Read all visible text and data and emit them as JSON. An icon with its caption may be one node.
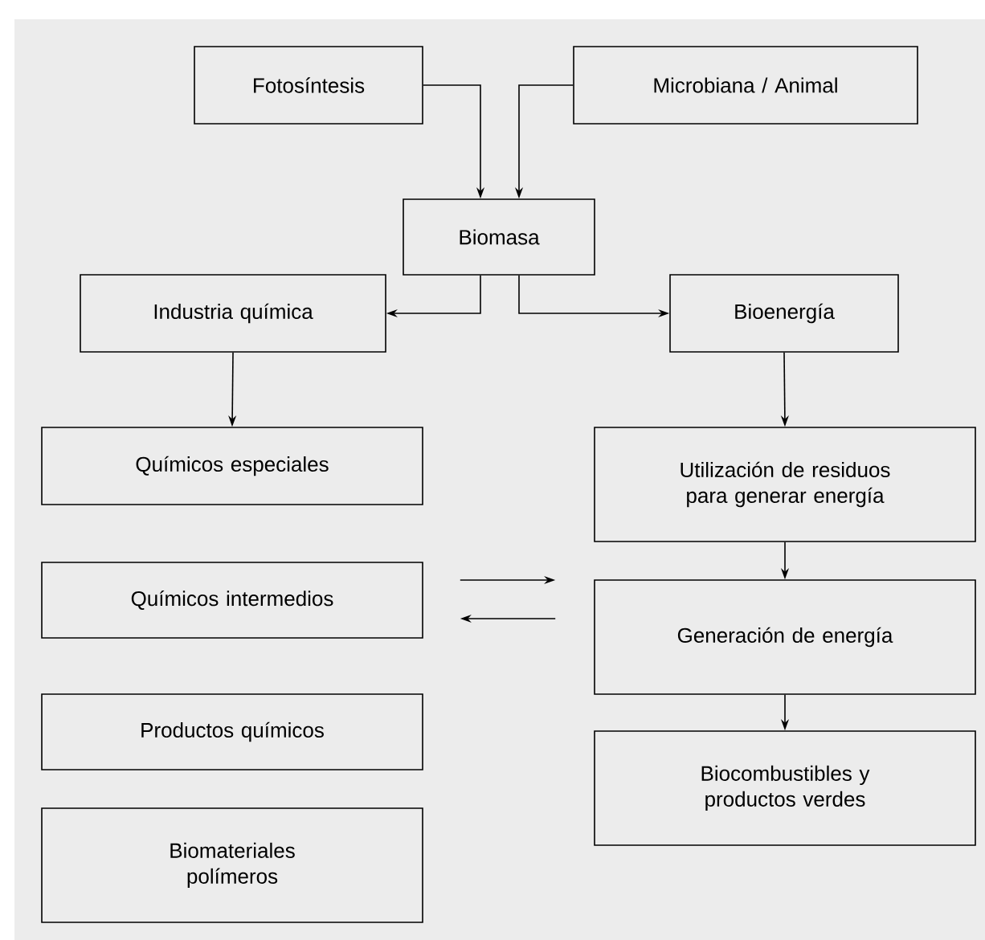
{
  "diagram": {
    "nodes": [
      {
        "text": [
          "Fotosíntesis"
        ]
      },
      {
        "text": [
          "Microbiana / Animal"
        ]
      },
      {
        "text": [
          "Biomasa"
        ]
      },
      {
        "text": [
          "Industria química"
        ]
      },
      {
        "text": [
          "Bioenergía"
        ]
      },
      {
        "text": [
          "Químicos especiales"
        ]
      },
      {
        "text": [
          "Utilización de residuos para generar energía"
        ]
      },
      {
        "text": [
          "Químicos intermedios"
        ]
      },
      {
        "text": [
          "Generación de energía"
        ]
      },
      {
        "text": [
          "Productos químicos"
        ]
      },
      {
        "text": [
          "Biocombustibles y productos verdes"
        ]
      },
      {
        "text": [
          "Biomateriales polímeros"
        ]
      }
    ],
    "edges": [
      {
        "from": 0,
        "to": 2,
        "arrow": "to"
      },
      {
        "from": 1,
        "to": 2,
        "arrow": "to"
      },
      {
        "from": 2,
        "to": 3,
        "arrow": "to"
      },
      {
        "from": 2,
        "to": 4,
        "arrow": "to"
      },
      {
        "from": 3,
        "to": 5,
        "arrow": "to"
      },
      {
        "from": 4,
        "to": 6,
        "arrow": "to"
      },
      {
        "from": 6,
        "to": 8,
        "arrow": "to"
      },
      {
        "from": 8,
        "to": 10,
        "arrow": "to"
      },
      {
        "from": 7,
        "to": 8,
        "arrow": "to"
      },
      {
        "from": 8,
        "to": 7,
        "arrow": "to"
      }
    ]
  }
}
